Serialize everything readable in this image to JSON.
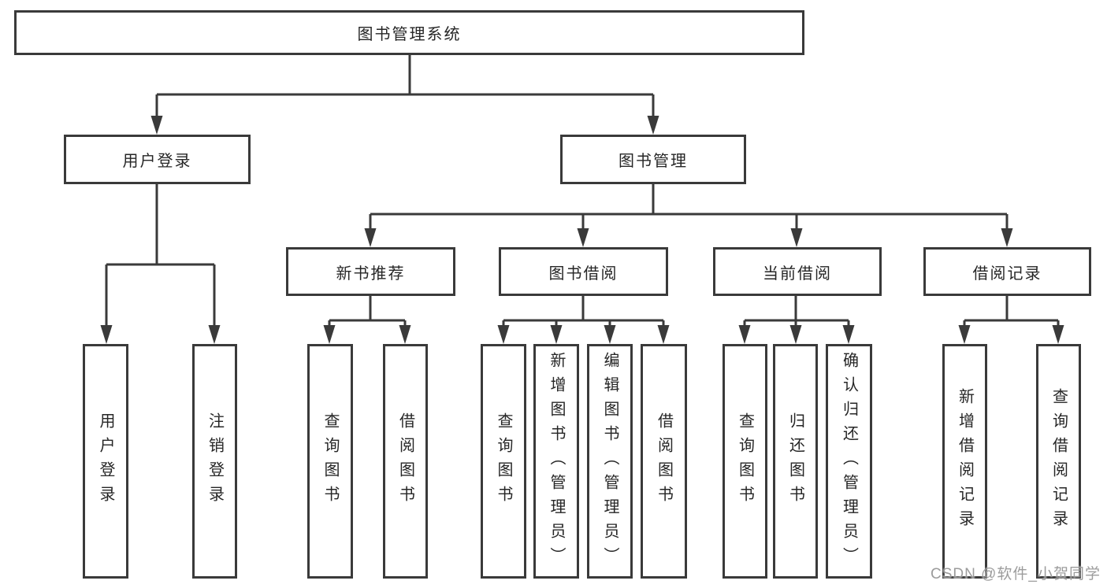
{
  "tree": {
    "label": "图书管理系统",
    "children": [
      {
        "label": "用户登录",
        "children": [
          {
            "label": "用户登录"
          },
          {
            "label": "注销登录"
          }
        ]
      },
      {
        "label": "图书管理",
        "children": [
          {
            "label": "新书推荐",
            "children": [
              {
                "label": "查询图书"
              },
              {
                "label": "借阅图书"
              }
            ]
          },
          {
            "label": "图书借阅",
            "children": [
              {
                "label": "查询图书"
              },
              {
                "label": "新增图书（管理员）"
              },
              {
                "label": "编辑图书（管理员）"
              },
              {
                "label": "借阅图书"
              }
            ]
          },
          {
            "label": "当前借阅",
            "children": [
              {
                "label": "查询图书"
              },
              {
                "label": "归还图书"
              },
              {
                "label": "确认归还（管理员）"
              }
            ]
          },
          {
            "label": "借阅记录",
            "children": [
              {
                "label": "新增借阅记录"
              },
              {
                "label": "查询借阅记录"
              }
            ]
          }
        ]
      }
    ]
  },
  "watermark": {
    "text": "CSDN @软件_小贺同学"
  },
  "colors": {
    "line": "#3a3a3a",
    "box_background": "#ffffff",
    "text": "#262626",
    "watermark": "#919191"
  }
}
